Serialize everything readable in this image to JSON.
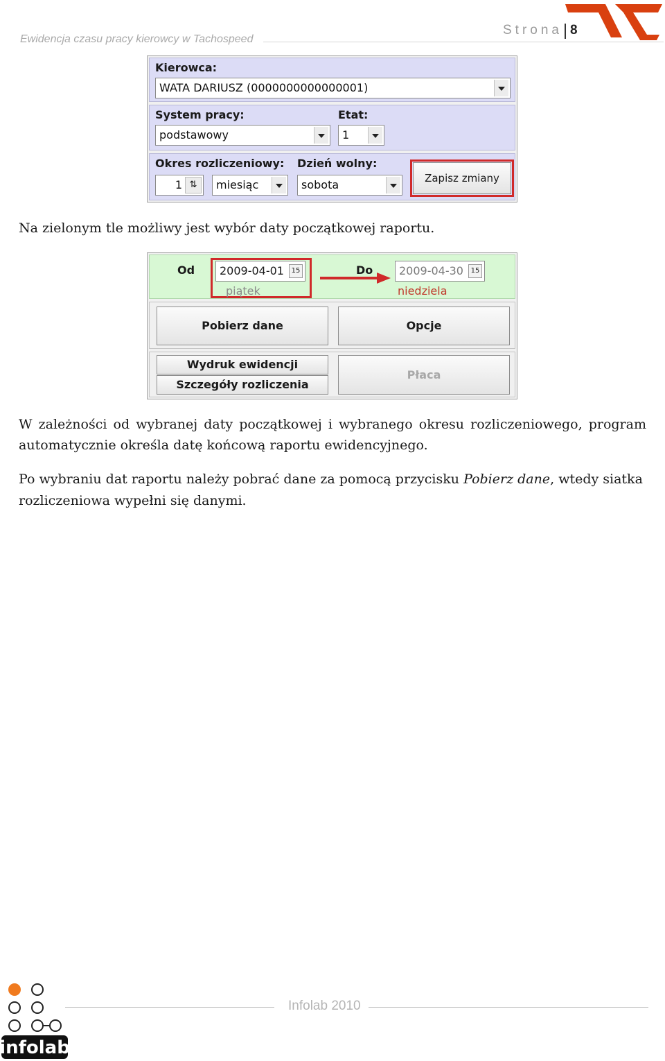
{
  "header": {
    "doc_title": "Ewidencja czasu pracy kierowcy w Tachospeed",
    "page_label": "Strona",
    "page_number": "8",
    "logo_icon": "tachospeed-logo-icon",
    "logo_color": "#d9400f"
  },
  "panel1": {
    "driver_label": "Kierowca:",
    "driver_value": "WATA DARIUSZ (0000000000000001)",
    "system_label": "System pracy:",
    "system_value": "podstawowy",
    "etat_label": "Etat:",
    "etat_value": "1",
    "period_label": "Okres rozliczeniowy:",
    "period_value": "1",
    "period_unit": "miesiąc",
    "dayoff_label": "Dzień wolny:",
    "dayoff_value": "sobota",
    "save_button": "Zapisz zmiany"
  },
  "caption1": "Na zielonym tle możliwy jest wybór daty początkowej raportu.",
  "panel2": {
    "from_label": "Od",
    "from_date": "2009-04-01",
    "from_day": "piątek",
    "to_label": "Do",
    "to_date": "2009-04-30",
    "to_day": "niedziela",
    "fetch_button": "Pobierz dane",
    "options_button": "Opcje",
    "print_button": "Wydruk ewidencji",
    "details_button": "Szczegóły rozliczenia",
    "pay_button": "Płaca",
    "highlight_color": "#d02a2a"
  },
  "paragraph1_line1": "W zależności od wybranej daty początkowej i wybranego okresu rozliczeniowego, program",
  "paragraph1_line2": "automatycznie określa datę końcową raportu ewidencyjnego.",
  "paragraph2": {
    "part1": "Po wybraniu dat raportu należy pobrać dane za pomocą przycisku ",
    "emphasis": "Pobierz dane",
    "part2": ", wtedy siatka",
    "line2": "rozliczeniowa wypełni się danymi."
  },
  "footer": {
    "text": "Infolab 2010",
    "logo_text": "infolab",
    "logo_accent": "#f07a1e"
  }
}
